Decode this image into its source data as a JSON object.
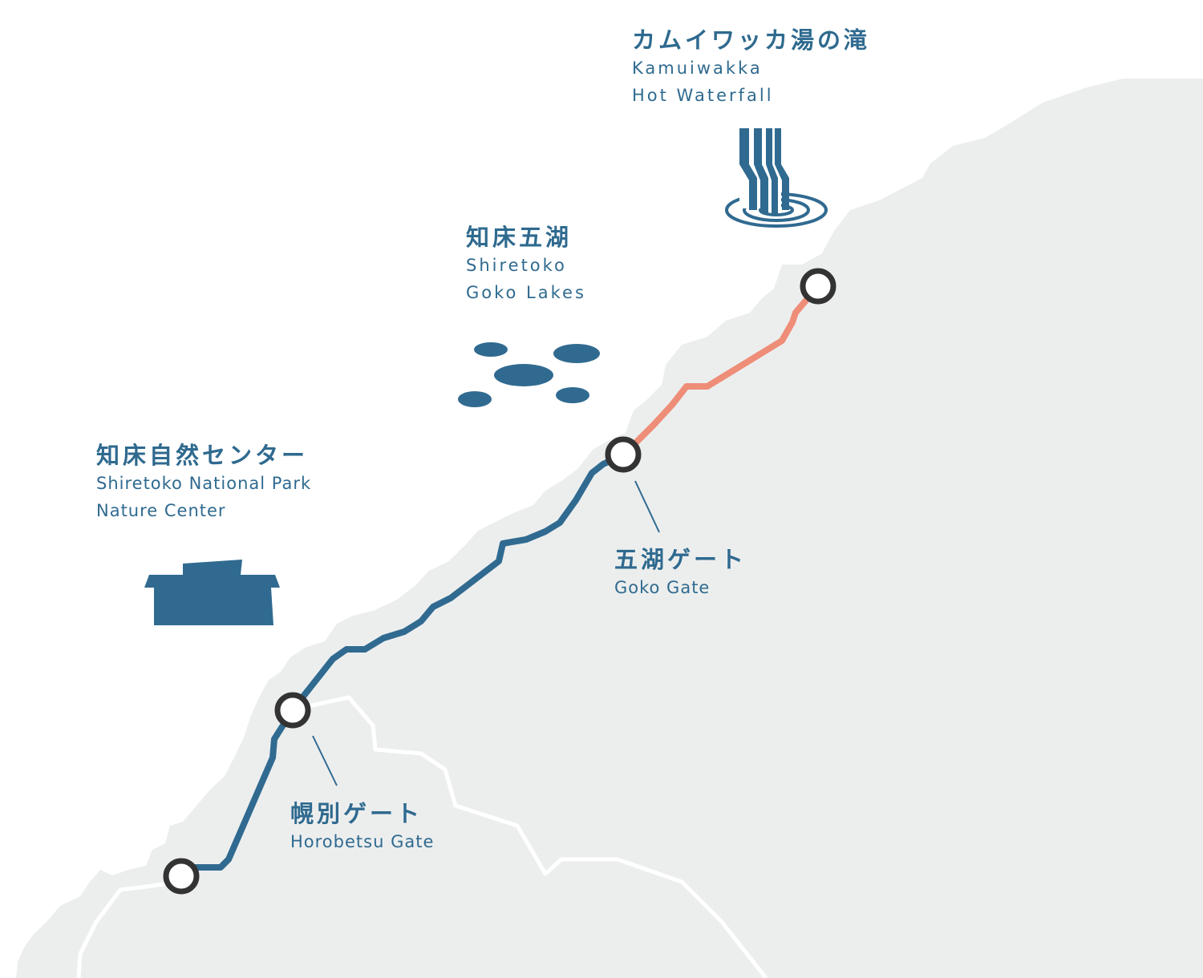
{
  "map": {
    "colors": {
      "land": "#eceeee",
      "border": "#ffffff",
      "route_blue": "#306a90",
      "route_salmon": "#ee8d78",
      "icon_blue": "#306a90",
      "marker_ring": "#333333",
      "text": "#2f6a8f"
    },
    "places": [
      {
        "id": "kamuiwakka",
        "name_ja": "カムイワッカ湯の滝",
        "name_en_1": "Kamuiwakka",
        "name_en_2": "Hot Waterfall",
        "icon": "waterfall-icon"
      },
      {
        "id": "goko_lakes",
        "name_ja": "知床五湖",
        "name_en_1": "Shiretoko",
        "name_en_2": "Goko Lakes",
        "icon": "lakes-icon"
      },
      {
        "id": "nature_center",
        "name_ja": "知床自然センター",
        "name_en_1": "Shiretoko National Park",
        "name_en_2": "Nature Center",
        "icon": "building-icon"
      }
    ],
    "gates": [
      {
        "id": "goko_gate",
        "name_ja": "五湖ゲート",
        "name_en": "Goko Gate"
      },
      {
        "id": "horobetsu_gate",
        "name_ja": "幌別ゲート",
        "name_en": "Horobetsu Gate"
      }
    ]
  }
}
